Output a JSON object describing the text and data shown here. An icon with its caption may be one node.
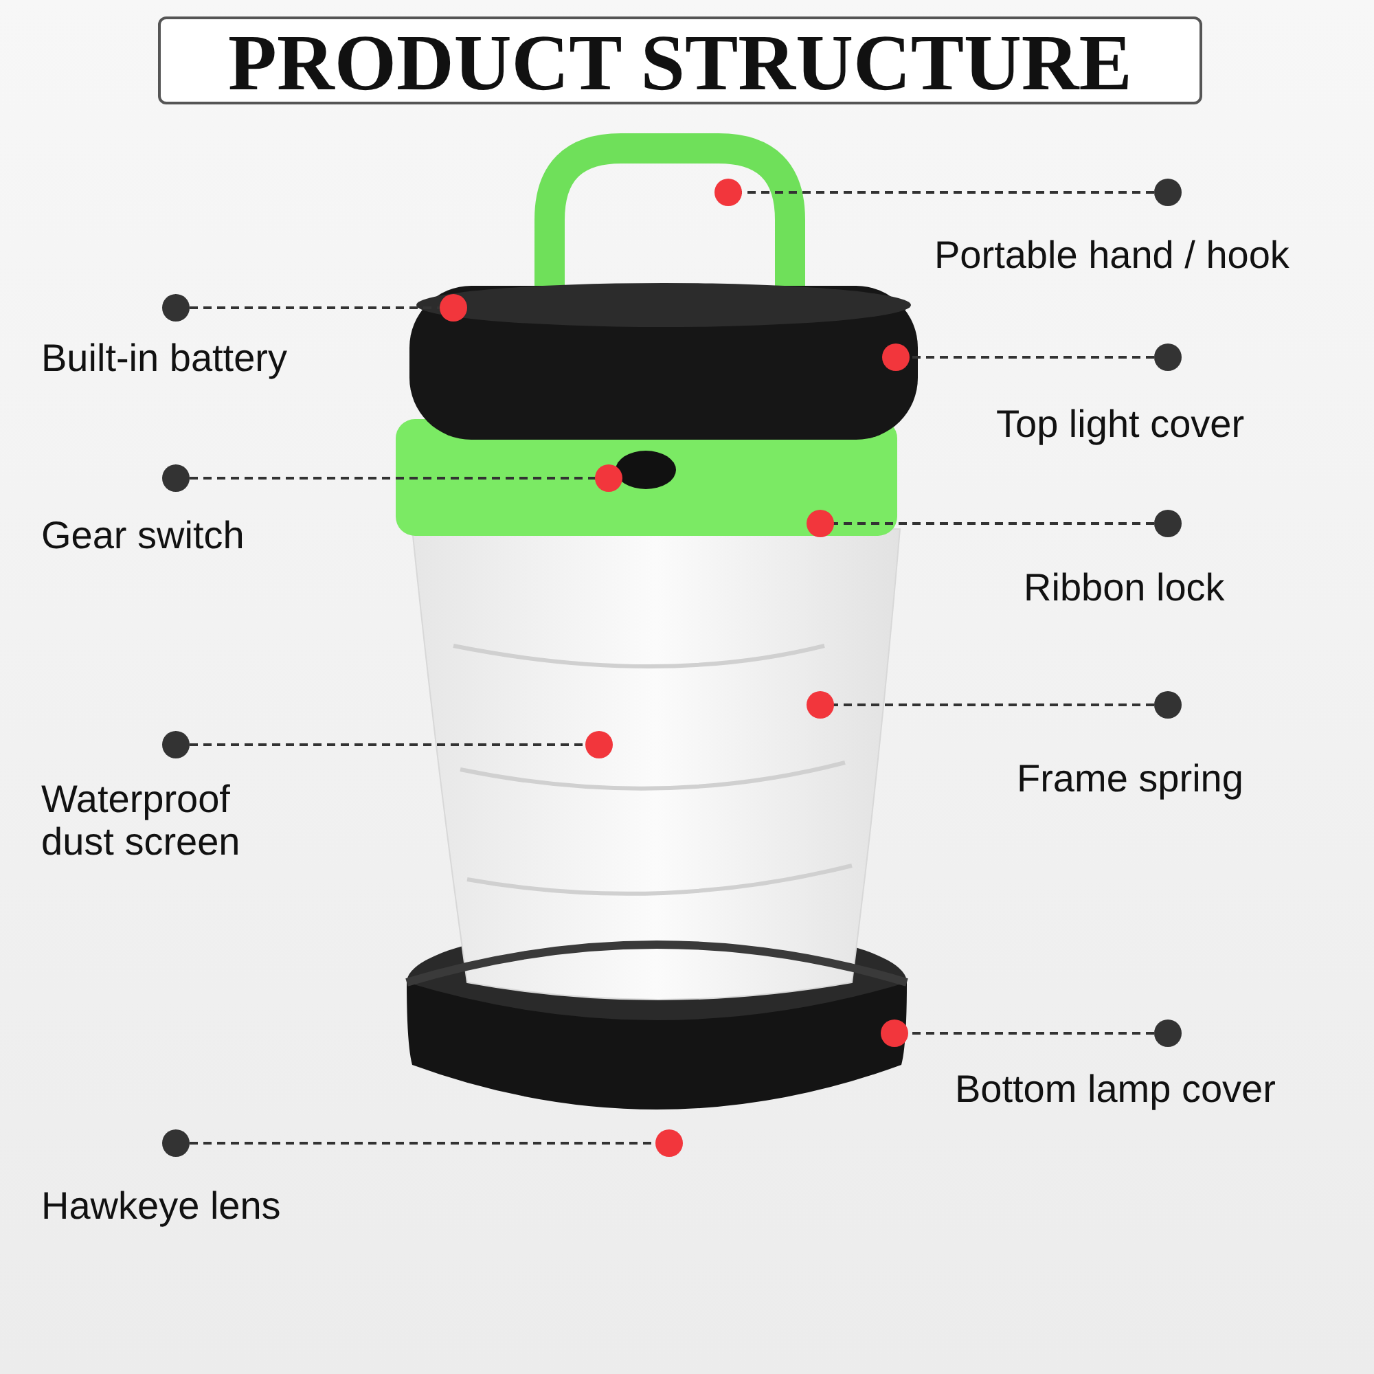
{
  "diagram": {
    "title": "PRODUCT STRUCTURE",
    "nodes": [
      {
        "text": [
          "Portable hand / hook"
        ]
      },
      {
        "text": [
          "Built-in battery"
        ]
      },
      {
        "text": [
          "Top light cover"
        ]
      },
      {
        "text": [
          "Gear switch"
        ]
      },
      {
        "text": [
          "Ribbon lock"
        ]
      },
      {
        "text": [
          "Frame spring"
        ]
      },
      {
        "text": [
          "Waterproof dust screen"
        ]
      },
      {
        "text": [
          "Bottom lamp cover"
        ]
      },
      {
        "text": [
          "Hawkeye lens"
        ]
      }
    ],
    "edges": [
      {
        "from": 0,
        "to": null,
        "arrow": "other",
        "style": "dashed"
      },
      {
        "from": 1,
        "to": null,
        "arrow": "other",
        "style": "dashed"
      },
      {
        "from": 2,
        "to": null,
        "arrow": "other",
        "style": "dashed"
      },
      {
        "from": 3,
        "to": null,
        "arrow": "other",
        "style": "dashed"
      },
      {
        "from": 4,
        "to": null,
        "arrow": "other",
        "style": "dashed"
      },
      {
        "from": 5,
        "to": null,
        "arrow": "other",
        "style": "dashed"
      },
      {
        "from": 6,
        "to": null,
        "arrow": "other",
        "style": "dashed"
      },
      {
        "from": 7,
        "to": null,
        "arrow": "other",
        "style": "dashed"
      },
      {
        "from": 8,
        "to": null,
        "arrow": "other",
        "style": "dashed"
      }
    ]
  }
}
